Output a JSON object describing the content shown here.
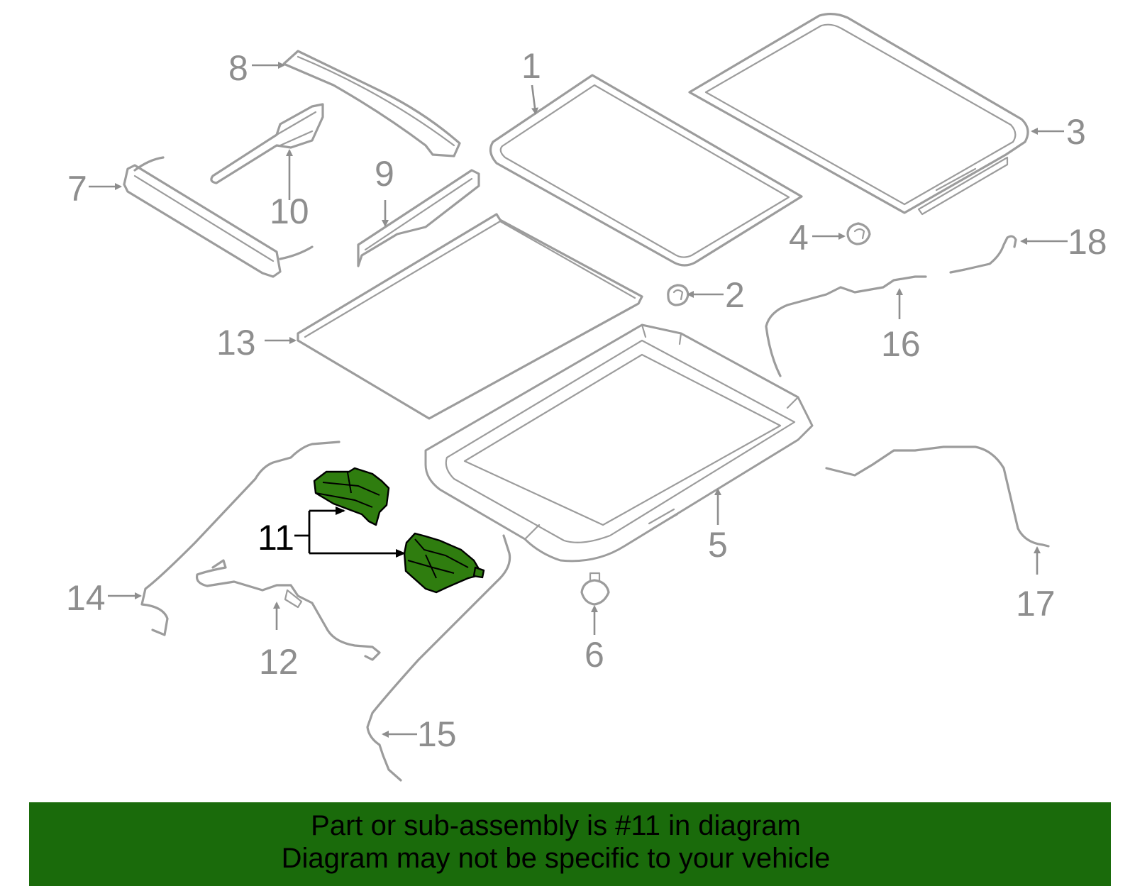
{
  "diagram": {
    "callouts": {
      "c1": "1",
      "c2": "2",
      "c3": "3",
      "c4": "4",
      "c5": "5",
      "c6": "6",
      "c7": "7",
      "c8": "8",
      "c9": "9",
      "c10": "10",
      "c11": "11",
      "c12": "12",
      "c13": "13",
      "c14": "14",
      "c15": "15",
      "c16": "16",
      "c17": "17",
      "c18": "18"
    },
    "highlighted_part": "11"
  },
  "banner": {
    "line1": "Part or sub-assembly is #11 in diagram",
    "line2": "Diagram may not be specific to your vehicle"
  },
  "colors": {
    "banner_bg": "#1a6b0b",
    "highlight": "#2f7d0f",
    "line_art": "#9c9c9c",
    "callout_text": "#8e8e8e"
  }
}
